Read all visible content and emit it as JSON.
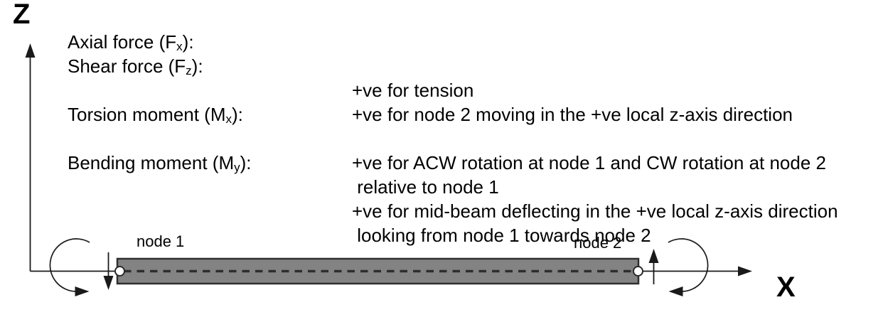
{
  "axes": {
    "z_label": "Z",
    "x_label": "X"
  },
  "nodes": {
    "node1_label": "node 1",
    "node2_label": "node 2"
  },
  "colors": {
    "beam_fill": "#838383",
    "beam_border": "#303030",
    "centerline": "#2e2e2e",
    "line": "#1a1a1a",
    "text": "#000000"
  },
  "sign_conventions": {
    "rows": [
      {
        "term": {
          "pre": "Axial force (F",
          "sub": "x",
          "post": "):"
        },
        "desc": [
          "+ve for tension"
        ]
      },
      {
        "term": {
          "pre": "Shear force (F",
          "sub": "z",
          "post": "):"
        },
        "desc": [
          "+ve for node 2 moving in the +ve local z-axis direction",
          " relative to node 1"
        ]
      },
      {
        "term": {
          "pre": "Torsion moment (M",
          "sub": "x",
          "post": "):"
        },
        "desc": [
          "+ve for ACW rotation at node 1 and CW rotation at node 2",
          " looking from node 1 towards node 2"
        ]
      },
      {
        "term": {
          "pre": "Bending moment (M",
          "sub": "y",
          "post": "):"
        },
        "desc": [
          "+ve for mid-beam deflecting in the +ve local z-axis direction"
        ]
      }
    ]
  }
}
